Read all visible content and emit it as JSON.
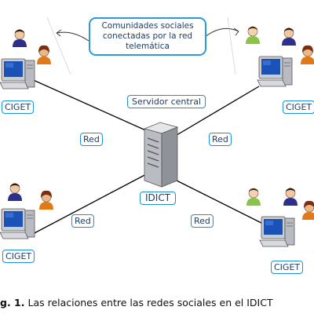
{
  "callout": {
    "line1": "Comunidades sociales",
    "line2": "conectadas por la red",
    "line3": "telemática"
  },
  "server_label": "Servidor central",
  "center_label": "IDICT",
  "node_labels": {
    "top_left": "CIGET",
    "top_right": "CIGET",
    "bottom_left": "CIGET",
    "bottom_right": "CIGET"
  },
  "link_labels": {
    "top_left": "Red",
    "top_right": "Red",
    "bottom_left": "Red",
    "bottom_right": "Red"
  },
  "caption": {
    "prefix": "g. 1.",
    "text": " Las relaciones entre las redes sociales en el IDICT"
  },
  "colors": {
    "accent": "#2a9ae0",
    "label_text": "#1f3e63",
    "line": "#000000"
  }
}
